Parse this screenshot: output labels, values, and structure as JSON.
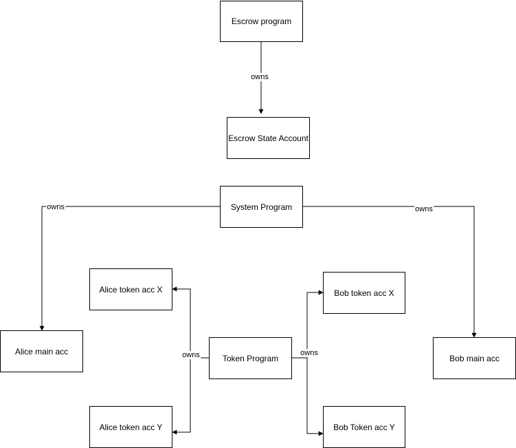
{
  "nodes": {
    "escrow_program": "Escrow program",
    "escrow_state_account": "Escrow State Account",
    "system_program": "System Program",
    "alice_token_acc_x": "Alice token acc X",
    "bob_token_acc_x": "Bob token acc X",
    "alice_main_acc": "Alice main acc",
    "token_program": "Token Program",
    "bob_main_acc": "Bob main acc",
    "alice_token_acc_y": "Alice token acc Y",
    "bob_token_acc_y": "Bob Token acc Y"
  },
  "edges": {
    "escrow_owns": "owns",
    "system_alice_owns": "owns",
    "system_bob_owns": "owns",
    "token_alice_owns": "owns",
    "token_bob_owns": "owns"
  },
  "colors": {
    "stroke": "#000000",
    "fill": "#ffffff"
  }
}
